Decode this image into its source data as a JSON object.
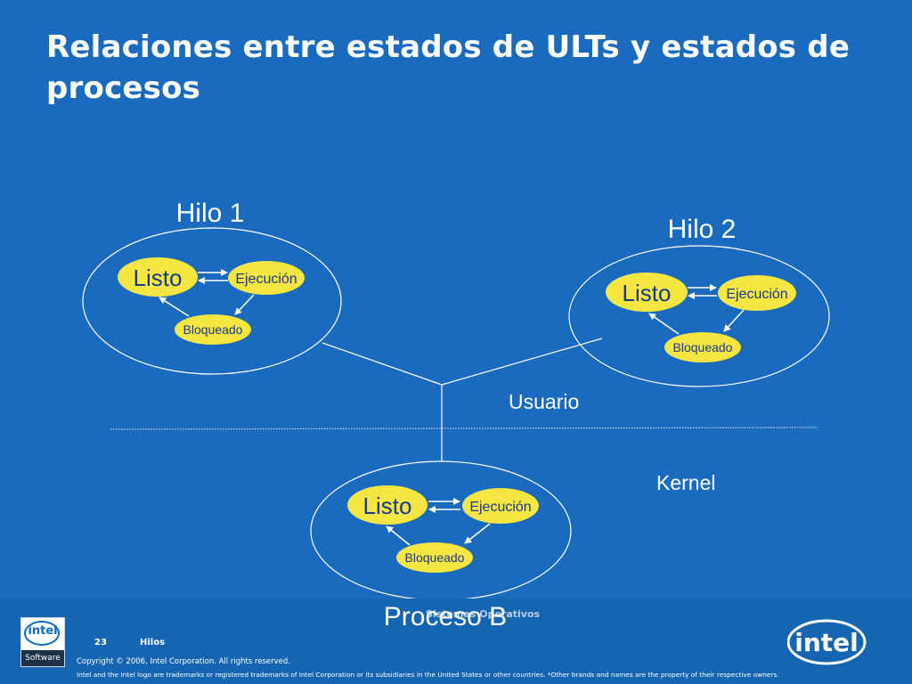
{
  "slide": {
    "title": "Relaciones entre estados de ULTs y estados de procesos"
  },
  "diagram": {
    "thread1": {
      "label": "Hilo 1",
      "states": {
        "ready": "Listo",
        "running": "Ejecución",
        "blocked": "Bloqueado"
      }
    },
    "thread2": {
      "label": "Hilo 2",
      "states": {
        "ready": "Listo",
        "running": "Ejecución",
        "blocked": "Bloqueado"
      }
    },
    "process": {
      "label": "Proceso B",
      "states": {
        "ready": "Listo",
        "running": "Ejecución",
        "blocked": "Bloqueado"
      }
    },
    "user_space_label": "Usuario",
    "kernel_space_label": "Kernel"
  },
  "footer": {
    "page_number": "23",
    "section": "Hilos",
    "course": "Sistemas Operativos",
    "copyright": "Copyright © 2006, Intel Corporation. All rights reserved.",
    "trademark": "Intel and the Intel logo are trademarks or registered trademarks of Intel Corporation or its subsidiaries in the United States or other countries. *Other brands and names are the property of their respective owners.",
    "software_logo": {
      "brand": "intel",
      "band": "Software"
    },
    "intel_logo": {
      "brand": "intel"
    }
  },
  "colors": {
    "background": "#1a6bbf",
    "state_fill": "#f5e642",
    "state_text": "#1a3a8c",
    "lines": "#ffffff"
  }
}
